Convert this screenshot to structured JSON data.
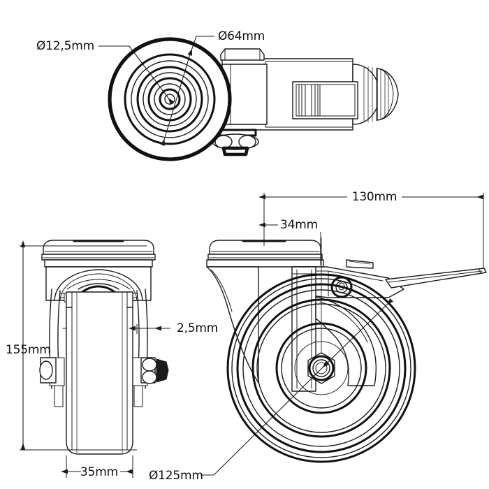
{
  "drawing": {
    "title": "Swivel caster with brake — dimensioned technical drawing",
    "background_color": "#ffffff",
    "line_color": "#1b1b1b",
    "views": {
      "top_view": "top-view-caster",
      "front_view": "front-view-caster",
      "side_view": "side-view-caster"
    }
  },
  "dimensions": {
    "bolt_hole_dia": {
      "label": "Ø12,5mm",
      "value": 12.5,
      "unit": "mm",
      "symbol": "Ø",
      "view": "top-view"
    },
    "plate_bolt_circle": {
      "label": "Ø64mm",
      "value": 64,
      "unit": "mm",
      "symbol": "Ø",
      "view": "top-view"
    },
    "overall_length": {
      "label": "130mm",
      "value": 130,
      "unit": "mm",
      "view": "side-view"
    },
    "offset": {
      "label": "34mm",
      "value": 34,
      "unit": "mm",
      "view": "side-view"
    },
    "overall_height": {
      "label": "155mm",
      "value": 155,
      "unit": "mm",
      "view": "front-view"
    },
    "tread_thickness": {
      "label": "2,5mm",
      "value": 2.5,
      "unit": "mm",
      "view": "front-view"
    },
    "wheel_width": {
      "label": "35mm",
      "value": 35,
      "unit": "mm",
      "view": "front-view"
    },
    "wheel_dia": {
      "label": "Ø125mm",
      "value": 125,
      "unit": "mm",
      "symbol": "Ø",
      "view": "side-view"
    }
  }
}
